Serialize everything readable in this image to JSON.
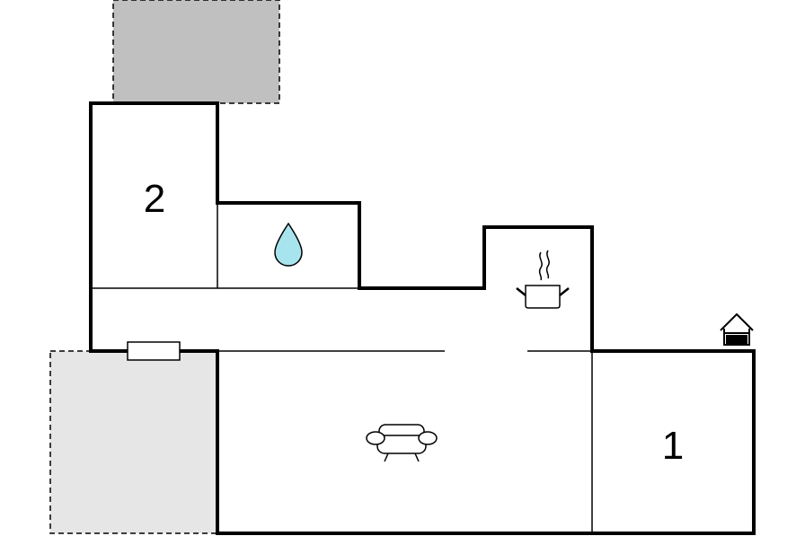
{
  "colors": {
    "wall": "#000000",
    "terrace_dark": "#c0c0c0",
    "terrace_light": "#e6e6e6",
    "water": "#a8e4ee",
    "background": "#ffffff"
  },
  "rooms": [
    {
      "label": "2",
      "kind": "bedroom"
    },
    {
      "label": "1",
      "kind": "bedroom"
    }
  ],
  "icons": [
    "water-drop-icon",
    "cooking-pot-icon",
    "sofa-icon",
    "house-entrance-icon",
    "radiator-icon"
  ]
}
